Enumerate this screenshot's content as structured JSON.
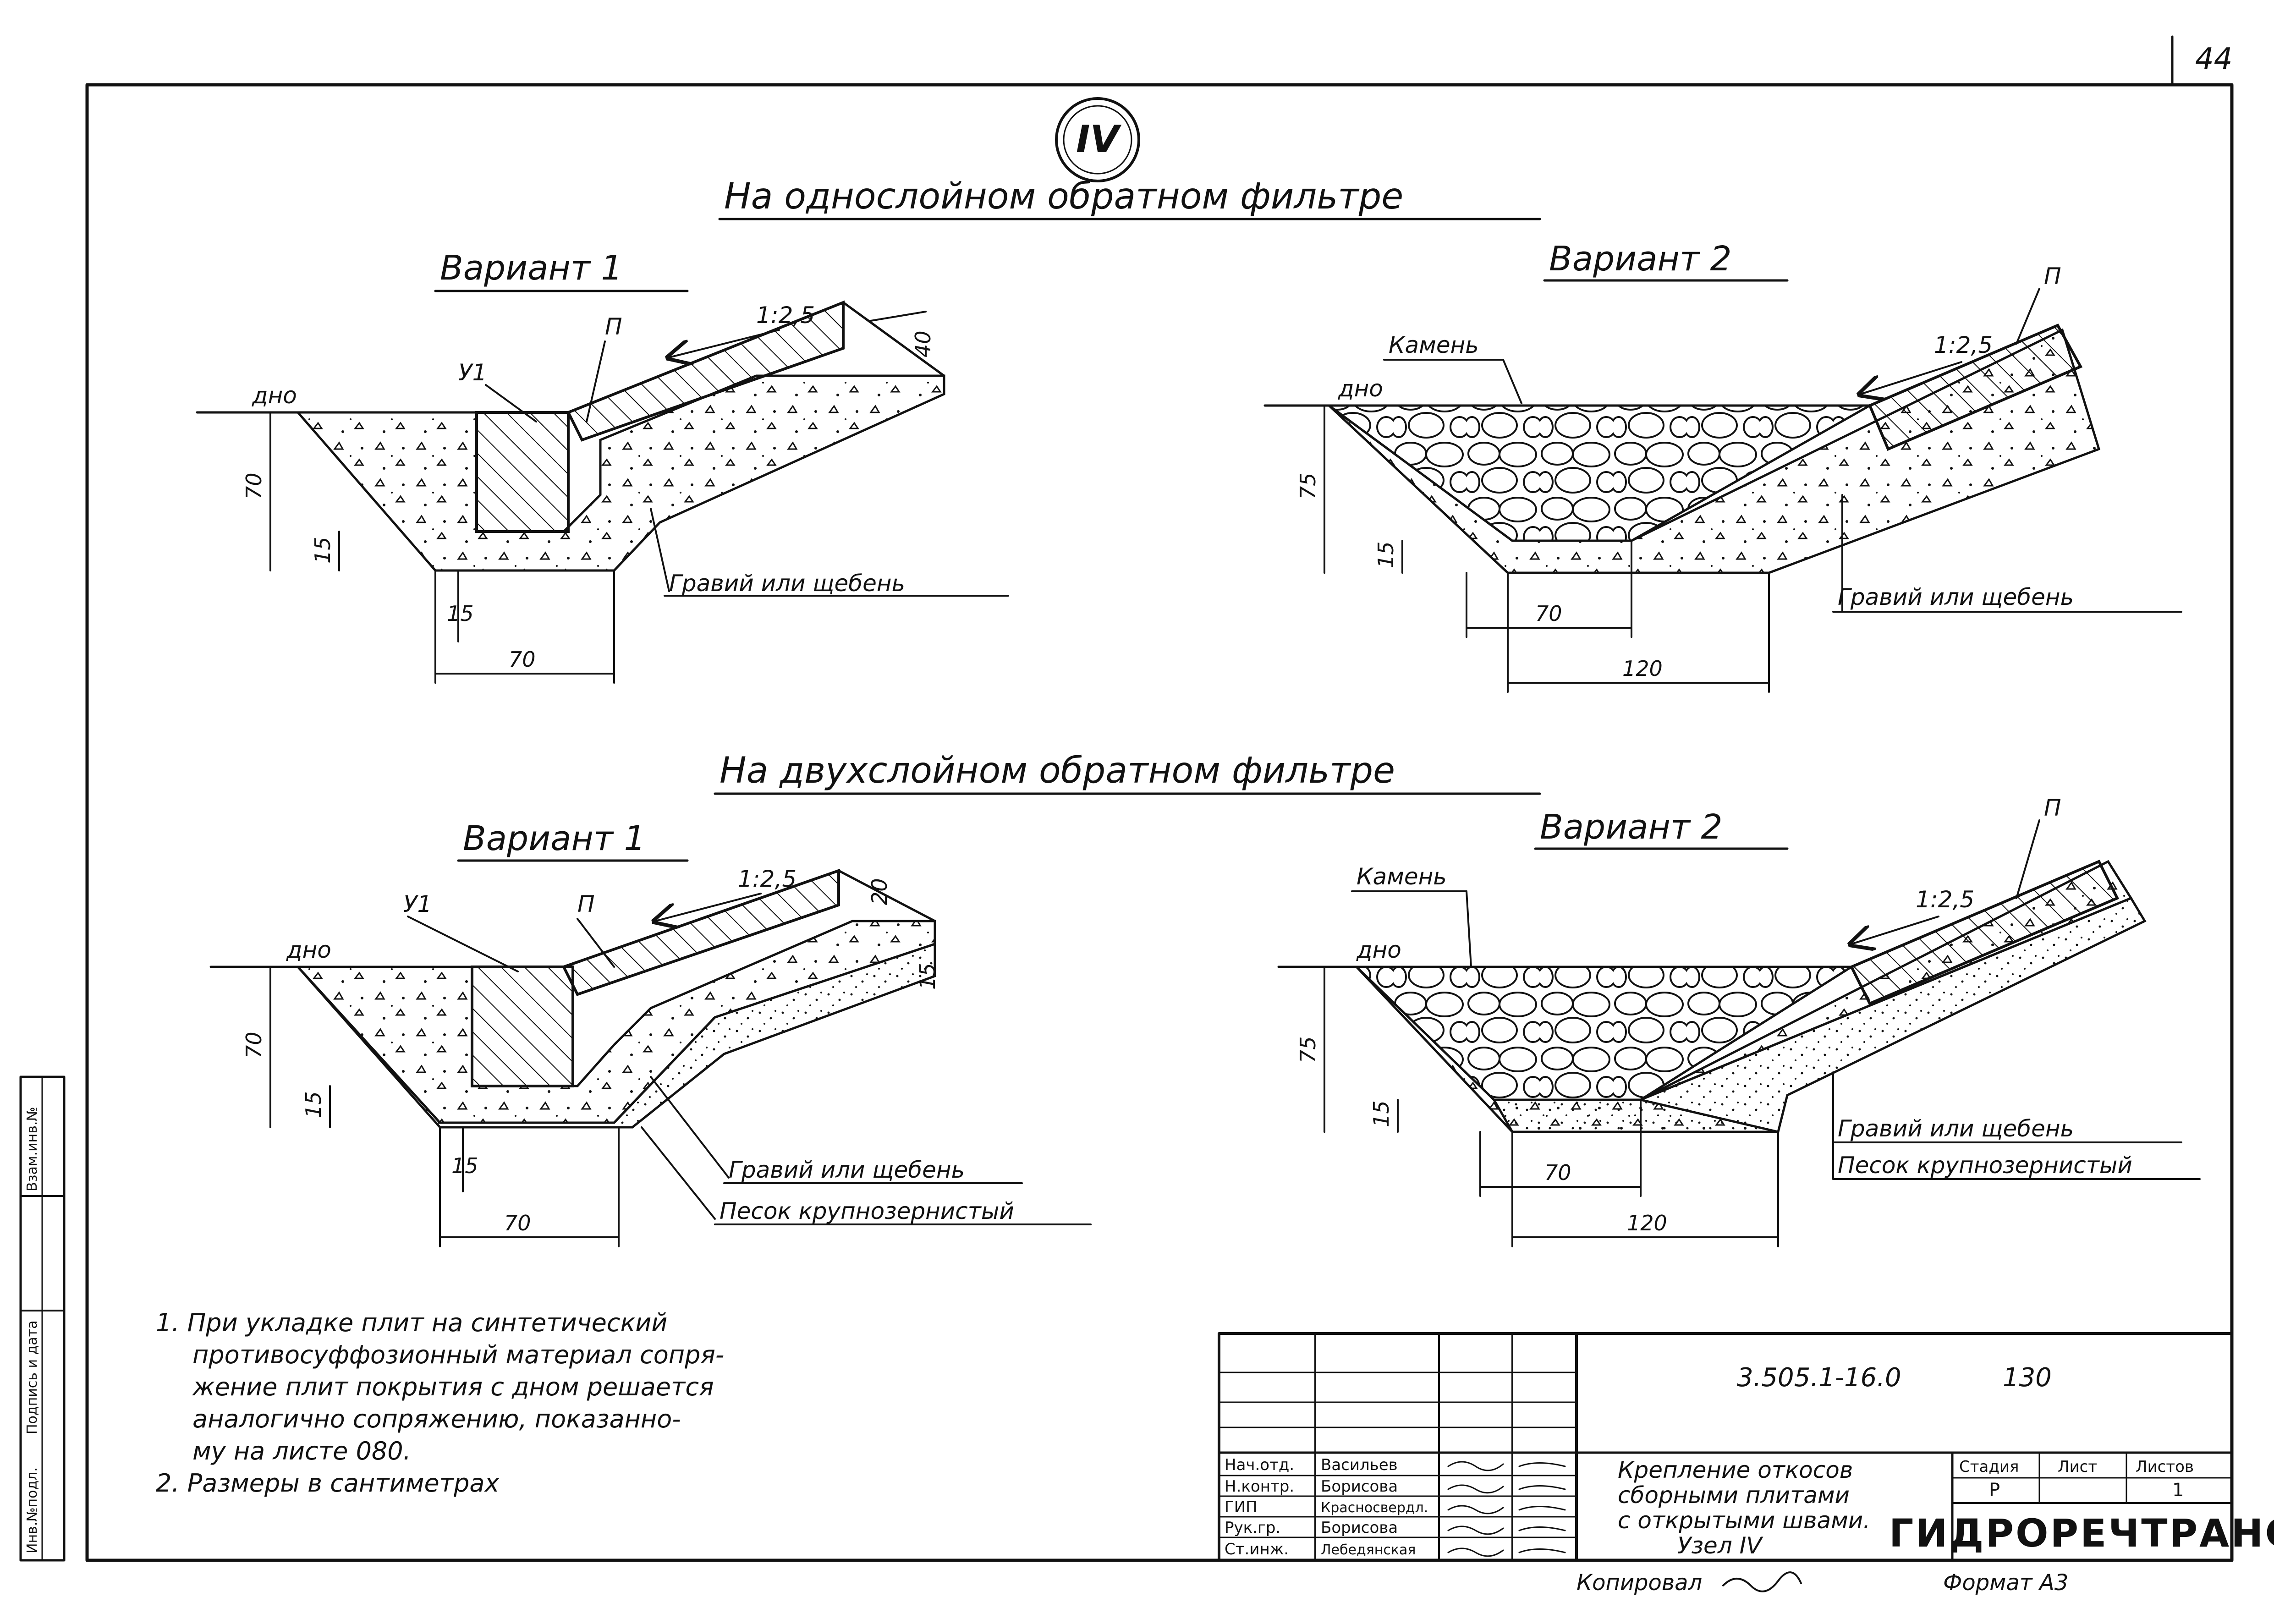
{
  "corner_sheet_number": "44",
  "node_mark": "IV",
  "sections": [
    {
      "title": "На однослойном обратном фильтре",
      "variants": [
        {
          "title": "Вариант 1",
          "labels": {
            "bottom": "дно",
            "u1": "У1",
            "p": "П",
            "slope": "1:2,5",
            "material1": "Гравий или щебень"
          },
          "dims": {
            "depth": "70",
            "thick_bottom": "15",
            "toe": "15",
            "width": "70",
            "slab": "40"
          }
        },
        {
          "title": "Вариант 2",
          "labels": {
            "bottom": "дно",
            "stone": "Камень",
            "p": "П",
            "slope": "1:2,5",
            "material1": "Гравий или щебень"
          },
          "dims": {
            "depth": "75",
            "thick_bottom": "15",
            "w1": "70",
            "w2": "120"
          }
        }
      ]
    },
    {
      "title": "На двухслойном обратном фильтре",
      "variants": [
        {
          "title": "Вариант 1",
          "labels": {
            "bottom": "дно",
            "u1": "У1",
            "p": "П",
            "slope": "1:2,5",
            "material1": "Гравий или щебень",
            "material2": "Песок крупнозернистый"
          },
          "dims": {
            "depth": "70",
            "thick_bottom": "15",
            "toe": "15",
            "width": "70",
            "slab": "20",
            "layer": "15"
          }
        },
        {
          "title": "Вариант 2",
          "labels": {
            "bottom": "дно",
            "stone": "Камень",
            "p": "П",
            "slope": "1:2,5",
            "material1": "Гравий или щебень",
            "material2": "Песок крупнозернистый"
          },
          "dims": {
            "depth": "75",
            "thick_bottom": "15",
            "w1": "70",
            "w2": "120"
          }
        }
      ]
    }
  ],
  "notes": [
    "1. При укладке плит на синтетический",
    "противосуффозионный материал сопря-",
    "жение плит покрытия с дном решается",
    "аналогично сопряжению, показанно-",
    "му на листе 080.",
    "2. Размеры в сантиметрах"
  ],
  "title_block": {
    "doc_code": "3.505.1-16.0",
    "doc_num": "130",
    "description": [
      "Крепление откосов",
      "сборными плитами",
      "с открытыми швами.",
      "Узел IV"
    ],
    "stage_header": "Стадия",
    "sheet_header": "Лист",
    "sheets_header": "Листов",
    "stage": "Р",
    "sheets": "1",
    "org": "ГИДРОРЕЧТРАНС",
    "people": [
      {
        "role": "Нач.отд.",
        "name": "Васильев"
      },
      {
        "role": "Н.контр.",
        "name": "Борисова"
      },
      {
        "role": "ГИП",
        "name": "Красносвердл."
      },
      {
        "role": "Рук.гр.",
        "name": "Борисова"
      },
      {
        "role": "Ст.инж.",
        "name": "Лебедянская"
      }
    ],
    "copied": "Копировал",
    "format": "Формат А3"
  },
  "margin_strip": [
    "Инв.№подл.",
    "Подпись и дата",
    "Взам.инв.№"
  ]
}
